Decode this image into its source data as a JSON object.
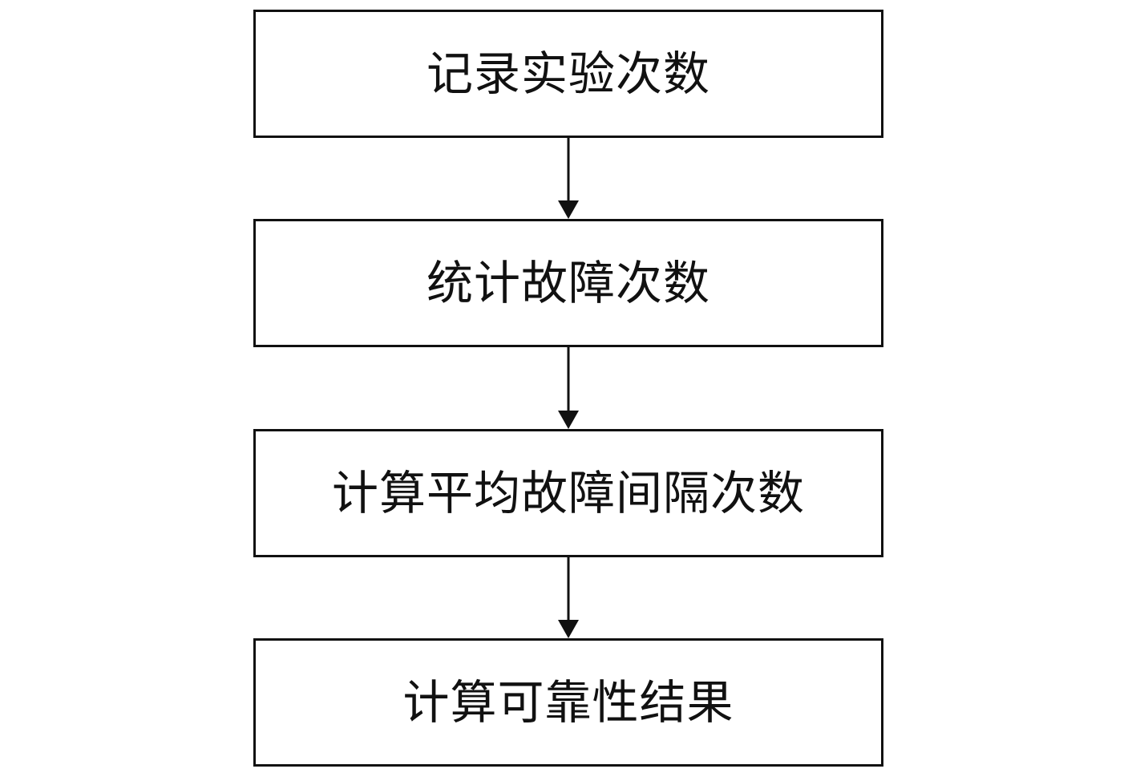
{
  "flowchart": {
    "steps": [
      {
        "label": "记录实验次数"
      },
      {
        "label": "统计故障次数"
      },
      {
        "label": "计算平均故障间隔次数"
      },
      {
        "label": "计算可靠性结果"
      }
    ],
    "colors": {
      "stroke": "#111111",
      "fill": "#ffffff",
      "text": "#111111"
    }
  }
}
